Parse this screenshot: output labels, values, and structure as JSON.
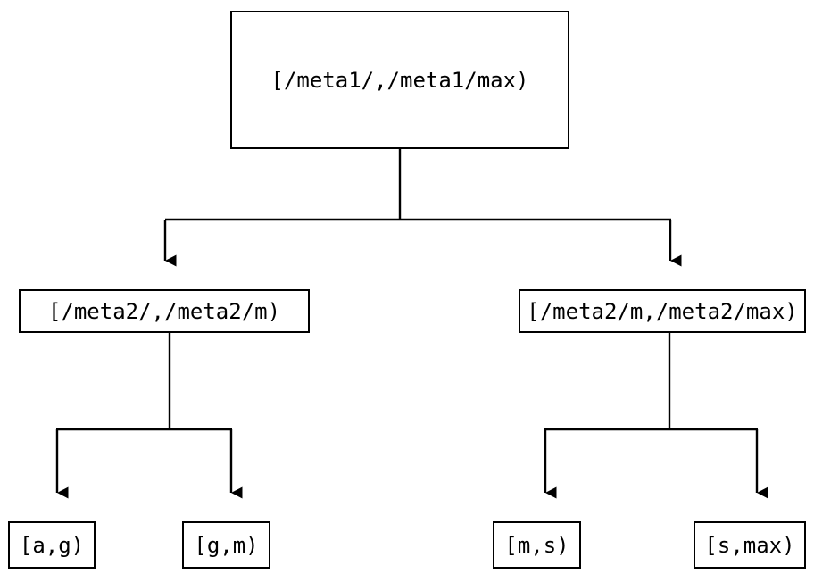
{
  "diagram": {
    "type": "tree",
    "title": "",
    "background_color": "#ffffff",
    "stroke_color": "#000000",
    "text_color": "#000000",
    "nodes": {
      "root": {
        "label": "[/meta1/,/meta1/max)",
        "level": 0
      },
      "mid_left": {
        "label": "[/meta2/,/meta2/m)",
        "level": 1
      },
      "mid_right": {
        "label": "[/meta2/m,/meta2/max)",
        "level": 1
      },
      "leaf_ag": {
        "label": "[a,g)",
        "level": 2
      },
      "leaf_gm": {
        "label": "[g,m)",
        "level": 2
      },
      "leaf_ms": {
        "label": "[m,s)",
        "level": 2
      },
      "leaf_smax": {
        "label": "[s,max)",
        "level": 2
      }
    },
    "edges": [
      {
        "from": "root",
        "to": "mid_left",
        "arrow": "down"
      },
      {
        "from": "root",
        "to": "mid_right",
        "arrow": "down"
      },
      {
        "from": "mid_left",
        "to": "leaf_ag",
        "arrow": "down"
      },
      {
        "from": "mid_left",
        "to": "leaf_gm",
        "arrow": "down"
      },
      {
        "from": "mid_right",
        "to": "leaf_ms",
        "arrow": "down"
      },
      {
        "from": "mid_right",
        "to": "leaf_smax",
        "arrow": "down"
      }
    ]
  }
}
